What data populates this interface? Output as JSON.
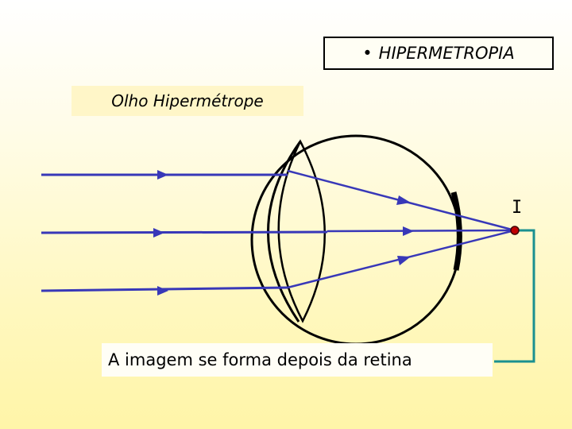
{
  "title": {
    "bullet": "•",
    "text": "HIPERMETROPIA"
  },
  "eye_label": "Olho Hipermétrope",
  "image_point_label": "I",
  "caption": "A imagem se forma depois da retina",
  "colors": {
    "ray": "#3838b8",
    "eye_outline": "#000000",
    "image_point": "#c00000",
    "connector": "#1a9090"
  }
}
